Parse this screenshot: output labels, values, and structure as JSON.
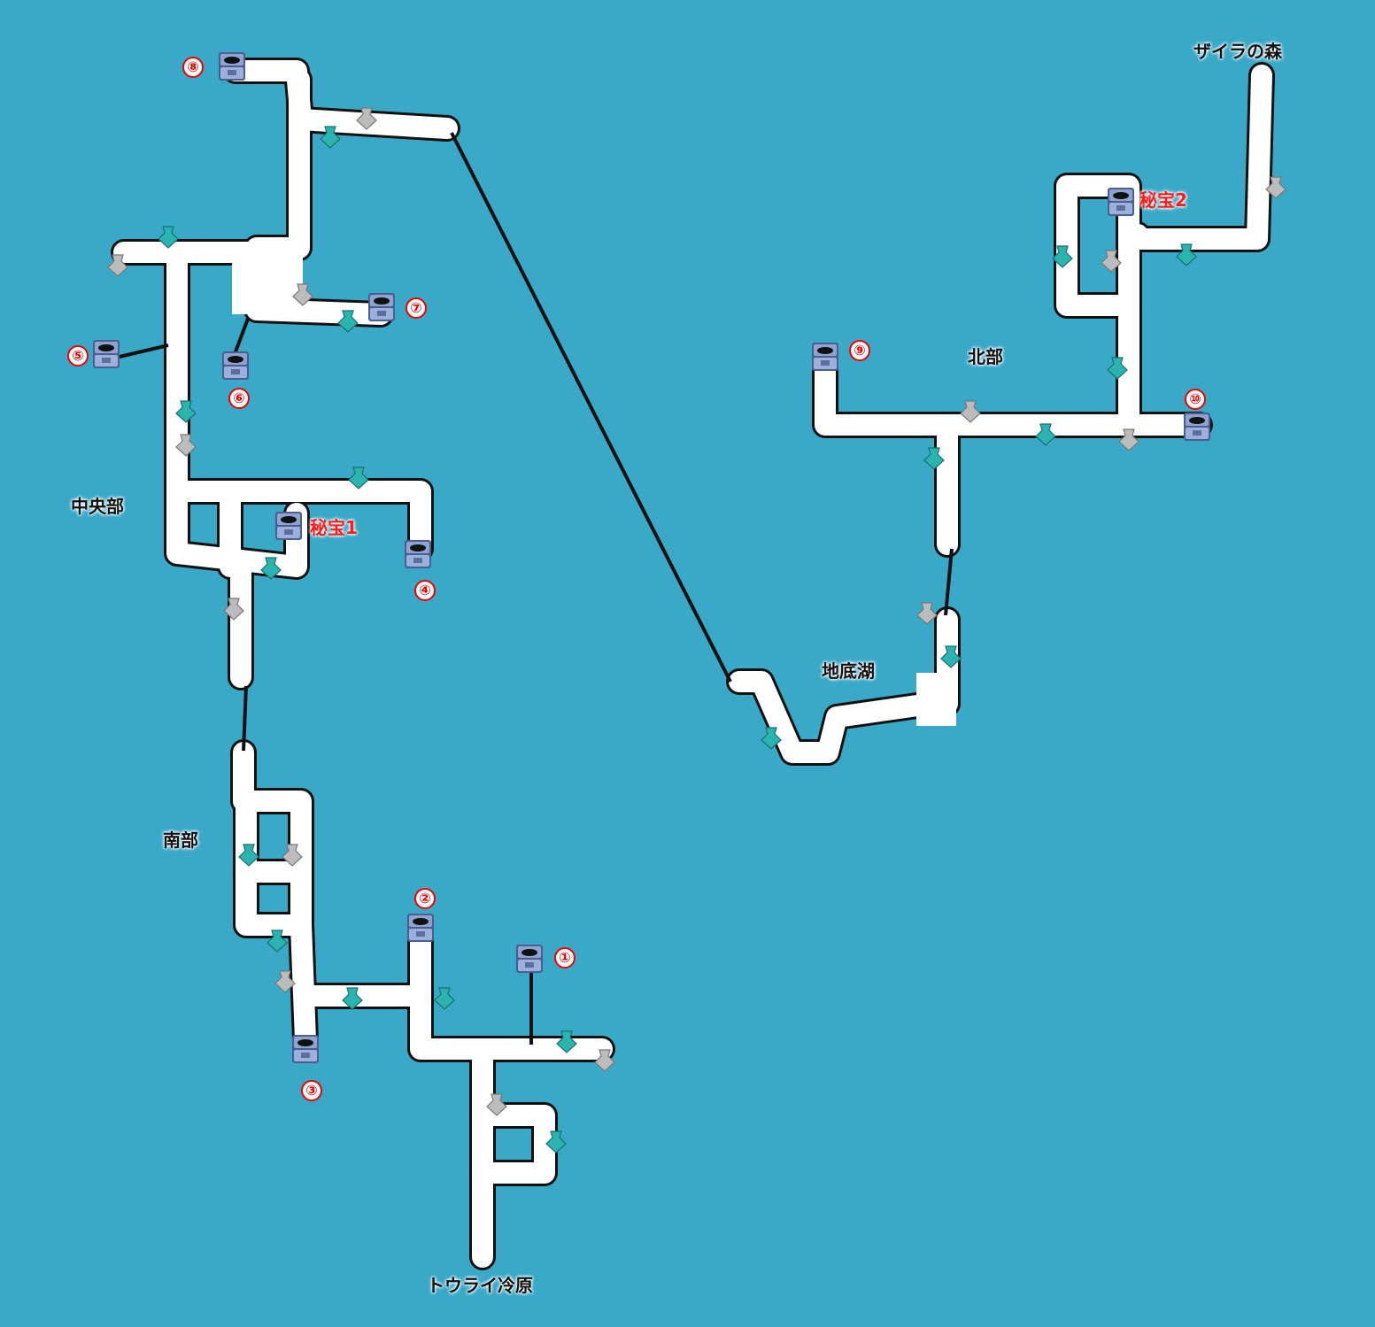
{
  "map": {
    "areas": {
      "zaira": "ザイラの森",
      "north": "北部",
      "lake": "地底湖",
      "central": "中央部",
      "south": "南部",
      "touraip": "トウライ冷原"
    },
    "secrets": {
      "s1": "秘宝1",
      "s2": "秘宝2"
    },
    "chests": {
      "c1": "①",
      "c2": "②",
      "c3": "③",
      "c4": "④",
      "c5": "⑤",
      "c6": "⑥",
      "c7": "⑦",
      "c8": "⑧",
      "c9": "⑨",
      "c10": "⑩"
    },
    "colors": {
      "water": "#3aa9c8",
      "path": "#ffffff",
      "outline": "#111111",
      "chest": "#6f86b8",
      "teal_marker": "#2bb3b0",
      "gray_marker": "#b5b5b5",
      "number_red": "#e00000"
    },
    "icons": {
      "chest": "treasure-chest-icon",
      "teal": "teal-crystal-icon",
      "gray": "gray-crystal-icon"
    }
  }
}
